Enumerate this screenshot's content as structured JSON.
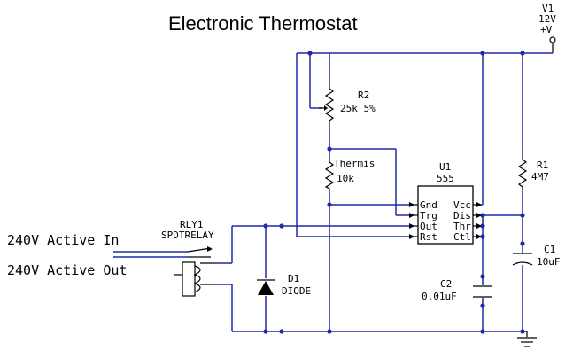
{
  "title": "Electronic Thermostat",
  "source": {
    "ref": "V1",
    "value": "12V",
    "node": "+V"
  },
  "components": {
    "r2": {
      "ref": "R2",
      "value": "25k 5%"
    },
    "thermistor": {
      "ref": "Thermis",
      "value": "10k"
    },
    "r1": {
      "ref": "R1",
      "value": "4M7"
    },
    "u1": {
      "ref": "U1",
      "value": "555"
    },
    "c1": {
      "ref": "C1",
      "value": "10uF"
    },
    "c2": {
      "ref": "C2",
      "value": "0.01uF"
    },
    "d1": {
      "ref": "D1",
      "value": "DIODE"
    },
    "rly1": {
      "ref": "RLY1",
      "value": "SPDTRELAY"
    }
  },
  "u1_pins": {
    "gnd": "Gnd",
    "trg": "Trg",
    "out": "Out",
    "rst": "Rst",
    "vcc": "Vcc",
    "dis": "Dis",
    "thr": "Thr",
    "ctl": "Ctl"
  },
  "terminals": {
    "active_in": "240V Active In",
    "active_out": "240V Active Out"
  },
  "colors": {
    "wire": "#1f2aa6",
    "component": "#000000",
    "background": "#ffffff"
  }
}
